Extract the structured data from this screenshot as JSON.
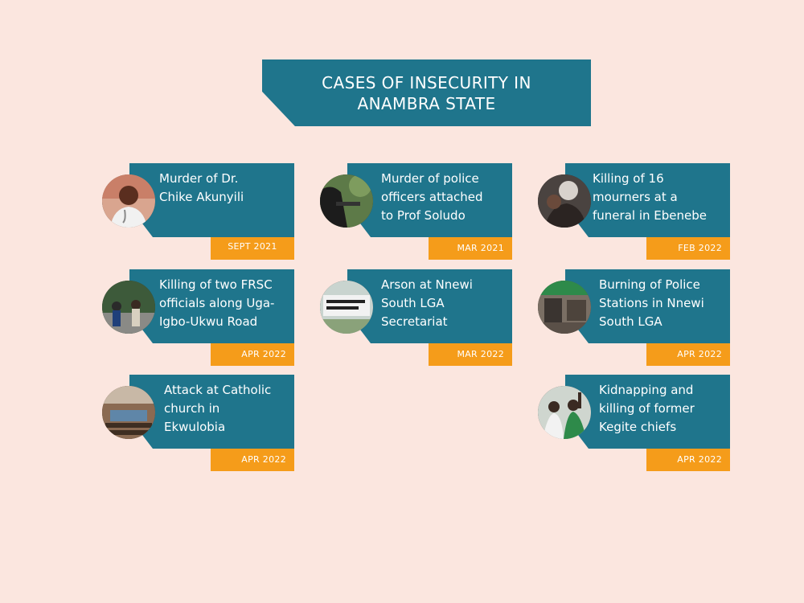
{
  "title": "CASES OF INSECURITY IN ANAMBRA STATE",
  "cases": [
    {
      "label": "Murder of Dr.\nChike Akunyili",
      "date": "SEPT 2021",
      "photo": "man-portrait-photo"
    },
    {
      "label": "Murder of police\nofficers attached\nto Prof Soludo",
      "date": "MAR 2021",
      "photo": "armed-officer-photo"
    },
    {
      "label": "Killing of 16\nmourners at a\nfuneral in Ebenebe",
      "date": "FEB 2022",
      "photo": "mourners-photo"
    },
    {
      "label": "Killing of two FRSC\nofficials along Uga-\nIgbo-Ukwu Road",
      "date": "APR 2022",
      "photo": "roadside-crowd-photo"
    },
    {
      "label": "Arson at Nnewi\nSouth LGA\nSecretariat",
      "date": "MAR 2022",
      "photo": "headquarters-sign-photo"
    },
    {
      "label": "Burning of Police\nStations in Nnewi\nSouth LGA",
      "date": "APR 2022",
      "photo": "burnt-building-photo"
    },
    {
      "label": "Attack at Catholic\nchurch in\nEkwulobia",
      "date": "APR 2022",
      "photo": "church-interior-photo"
    },
    {
      "label": "Kidnapping and\nkilling of former\nKegite chiefs",
      "date": "APR 2022",
      "photo": "celebrating-crowd-photo"
    }
  ],
  "colors": {
    "panel": "#1f758c",
    "date_tab": "#f59c1a",
    "background": "#fbe6df"
  }
}
